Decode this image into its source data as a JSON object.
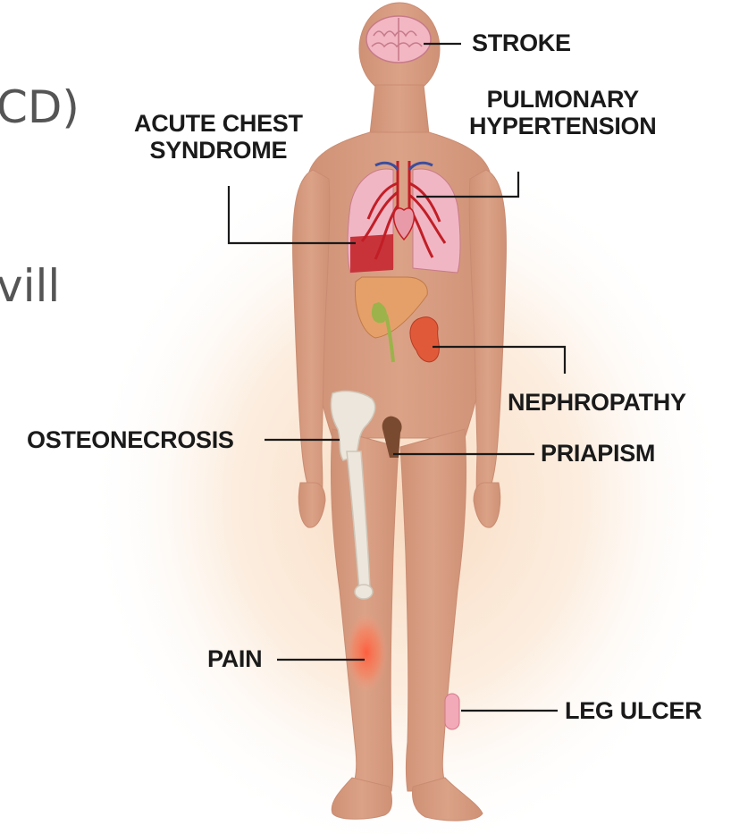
{
  "slide_fragments": {
    "line1": "CD)",
    "line2": "vill"
  },
  "labels": {
    "stroke": "STROKE",
    "pulmonary_hypertension": [
      "PULMONARY",
      "HYPERTENSION"
    ],
    "acute_chest_syndrome": [
      "ACUTE CHEST",
      "SYNDROME"
    ],
    "nephropathy": "NEPHROPATHY",
    "osteonecrosis": "OSTEONECROSIS",
    "priapism": "PRIAPISM",
    "pain": "PAIN",
    "leg_ulcer": "LEG ULCER"
  },
  "colors": {
    "skin": "#d79b7f",
    "glow": "#fbe6d2",
    "lung": "#f0b6c4",
    "lung_affected": "#c8333a",
    "vessel": "#c21e26",
    "liver": "#e5a06a",
    "kidney": "#e05a3a",
    "bone": "#ece6dc",
    "brain": "#f2b7c3",
    "leader": "#1a1a1a"
  }
}
